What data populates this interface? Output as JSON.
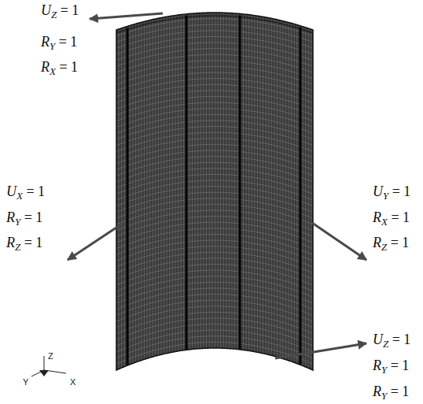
{
  "diagram": {
    "labels": [
      "UZ = 1",
      "RY = 1",
      "RX = 1",
      "UX = 1",
      "RY = 1",
      "RZ = 1",
      "UY = 1",
      "RX = 1",
      "RZ = 1",
      "UZ = 1",
      "RY = 1",
      "RY = 1",
      "Z",
      "Y",
      "X"
    ]
  }
}
